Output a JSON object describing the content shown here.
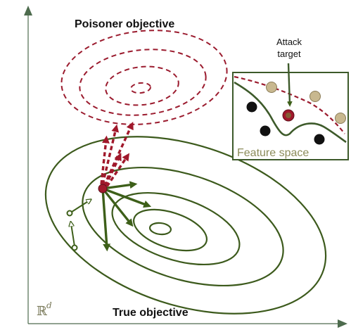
{
  "labels": {
    "poisoner_objective": "Poisoner objective",
    "true_objective": "True objective",
    "attack_target_line1": "Attack",
    "attack_target_line2": "target",
    "feature_space": "Feature space",
    "space_symbol": "ℝ",
    "space_exponent": "d"
  },
  "colors": {
    "axis": "#4d6b4d",
    "true_contour": "#3c5a1c",
    "poison_contour": "#9b1b2e",
    "green_arrow": "#3d5f19",
    "red_arrow": "#a0182b",
    "tan_point": "#c8b88f",
    "black_point": "#111111",
    "feature_space_text": "#8c8c5a"
  }
}
